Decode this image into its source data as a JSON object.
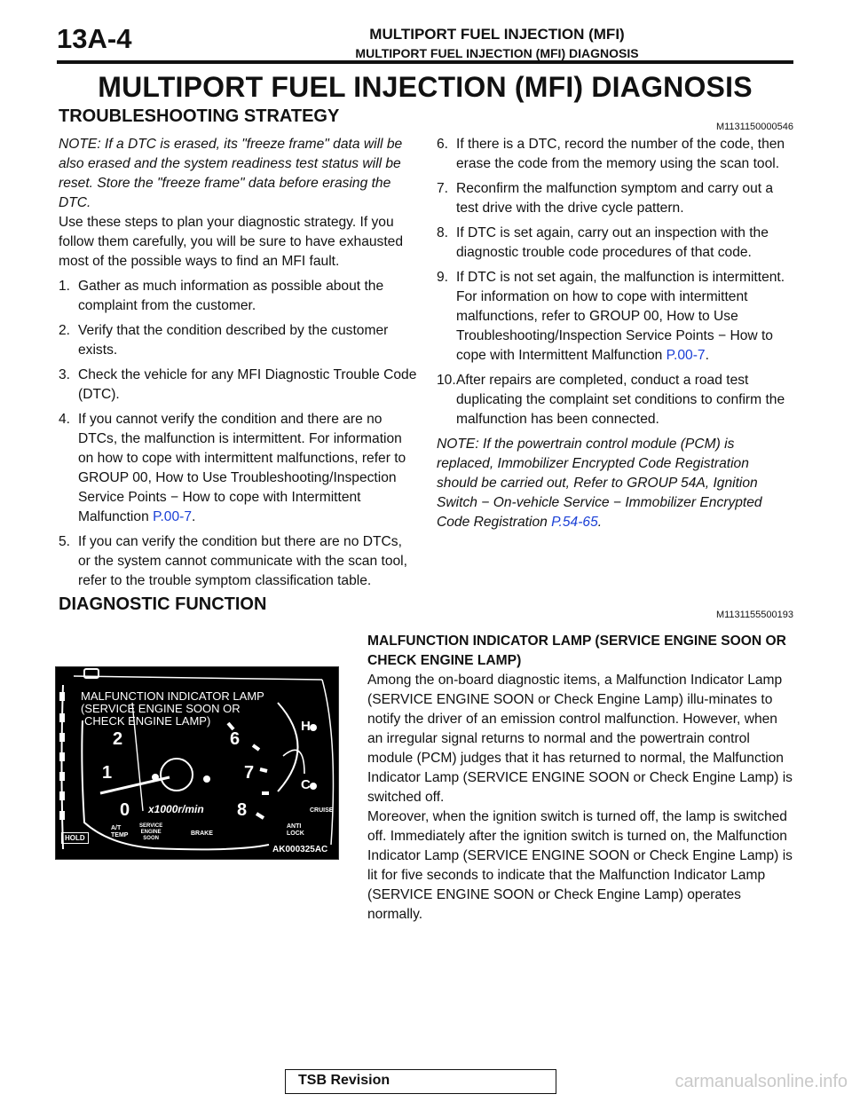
{
  "header": {
    "page_number": "13A-4",
    "chapter_title": "MULTIPORT FUEL INJECTION (MFI)",
    "section_title": "MULTIPORT FUEL INJECTION (MFI) DIAGNOSIS"
  },
  "main_title": "MULTIPORT FUEL INJECTION (MFI) DIAGNOSIS",
  "troubleshooting": {
    "heading": "TROUBLESHOOTING STRATEGY",
    "code": "M1131150000546",
    "note": "NOTE: If a DTC is erased, its \"freeze frame\" data will be also erased and the system readiness test status will be reset. Store the \"freeze frame\" data before erasing the DTC.",
    "intro": "Use these steps to plan your diagnostic strategy. If you follow them carefully, you will be sure to have exhausted most of the possible ways to find an MFI fault.",
    "steps": [
      {
        "num": "1.",
        "text": "Gather as much information as possible about the complaint from the customer."
      },
      {
        "num": "2.",
        "text": "Verify that the condition described by the customer exists."
      },
      {
        "num": "3.",
        "text": "Check the vehicle for any MFI Diagnostic Trouble Code (DTC)."
      },
      {
        "num": "4.",
        "text": "If you cannot verify the condition and there are no DTCs, the malfunction is intermittent. For information on how to cope with intermittent malfunctions, refer to GROUP 00, How to Use Troubleshooting/Inspection Service Points − How to cope with Intermittent Malfunction ",
        "link": "P.00-7",
        "end": "."
      },
      {
        "num": "5.",
        "text": "If you can verify the condition but there are no DTCs, or the system cannot communicate with the scan tool, refer to the trouble symptom classification table."
      },
      {
        "num": "6.",
        "text": "If there is a DTC, record the number of the code, then erase the code from the memory using the scan tool."
      },
      {
        "num": "7.",
        "text": "Reconfirm the malfunction symptom and carry out a test drive with the drive cycle pattern."
      },
      {
        "num": "8.",
        "text": "If DTC is set again, carry out an inspection with the  diagnostic trouble code procedures of that code."
      },
      {
        "num": "9.",
        "text": "If DTC is not set again, the malfunction is intermittent. For information on how to cope with intermittent malfunctions, refer to GROUP 00, How to Use Troubleshooting/Inspection Service Points − How to cope with Intermittent Malfunction ",
        "link": "P.00-7",
        "end": "."
      },
      {
        "num": "10.",
        "text": "After repairs are completed, conduct a road test duplicating the complaint set conditions to confirm the malfunction has been connected."
      }
    ],
    "note2": "NOTE:  If the powertrain control module (PCM) is replaced, Immobilizer Encrypted Code Registration should be carried out, Refer to GROUP 54A, Ignition Switch − On-vehicle Service − Immobilizer Encrypted Code Registration ",
    "note2_link": "P.54-65",
    "note2_end": "."
  },
  "diagnostic": {
    "heading": "DIAGNOSTIC FUNCTION",
    "code": "M1131155500193",
    "subheading": "MALFUNCTION INDICATOR LAMP (SERVICE ENGINE SOON OR CHECK ENGINE LAMP)",
    "para1": "Among the on-board diagnostic items, a Malfunction Indicator Lamp (SERVICE ENGINE SOON or Check Engine Lamp) illu-minates to notify the driver of an emission control malfunction. However, when an irregular signal returns to normal and the powertrain control module (PCM) judges that it has returned to normal, the Malfunction Indicator Lamp (SERVICE ENGINE SOON or Check Engine Lamp) is switched off.",
    "para2": "Moreover, when the ignition switch is turned off, the lamp is switched off. Immediately after the ignition switch is turned on, the Malfunction Indicator Lamp (SERVICE ENGINE SOON or Check Engine Lamp) is lit for five seconds to indicate that the Malfunction Indicator Lamp (SERVICE ENGINE SOON or Check Engine Lamp) operates normally."
  },
  "figure": {
    "callout_line1": "MALFUNCTION INDICATOR LAMP",
    "callout_line2": "(SERVICE ENGINE SOON OR",
    "callout_line3": "CHECK ENGINE LAMP)",
    "ticks": [
      "0",
      "1",
      "2",
      "6",
      "7",
      "8"
    ],
    "unit": "x1000r/min",
    "temp_h": "H",
    "temp_c": "C",
    "lamp_at_temp": "A/T\nTEMP",
    "lamp_service": "SERVICE\nENGINE\nSOON",
    "lamp_brake": "BRAKE",
    "lamp_hold": "HOLD",
    "lamp_anti_lock": "ANTI\nLOCK",
    "lamp_cruise": "CRUISE",
    "figure_code": "AK000325AC"
  },
  "footer": {
    "tsb": "TSB Revision",
    "watermark": "carmanualsonline.info"
  }
}
